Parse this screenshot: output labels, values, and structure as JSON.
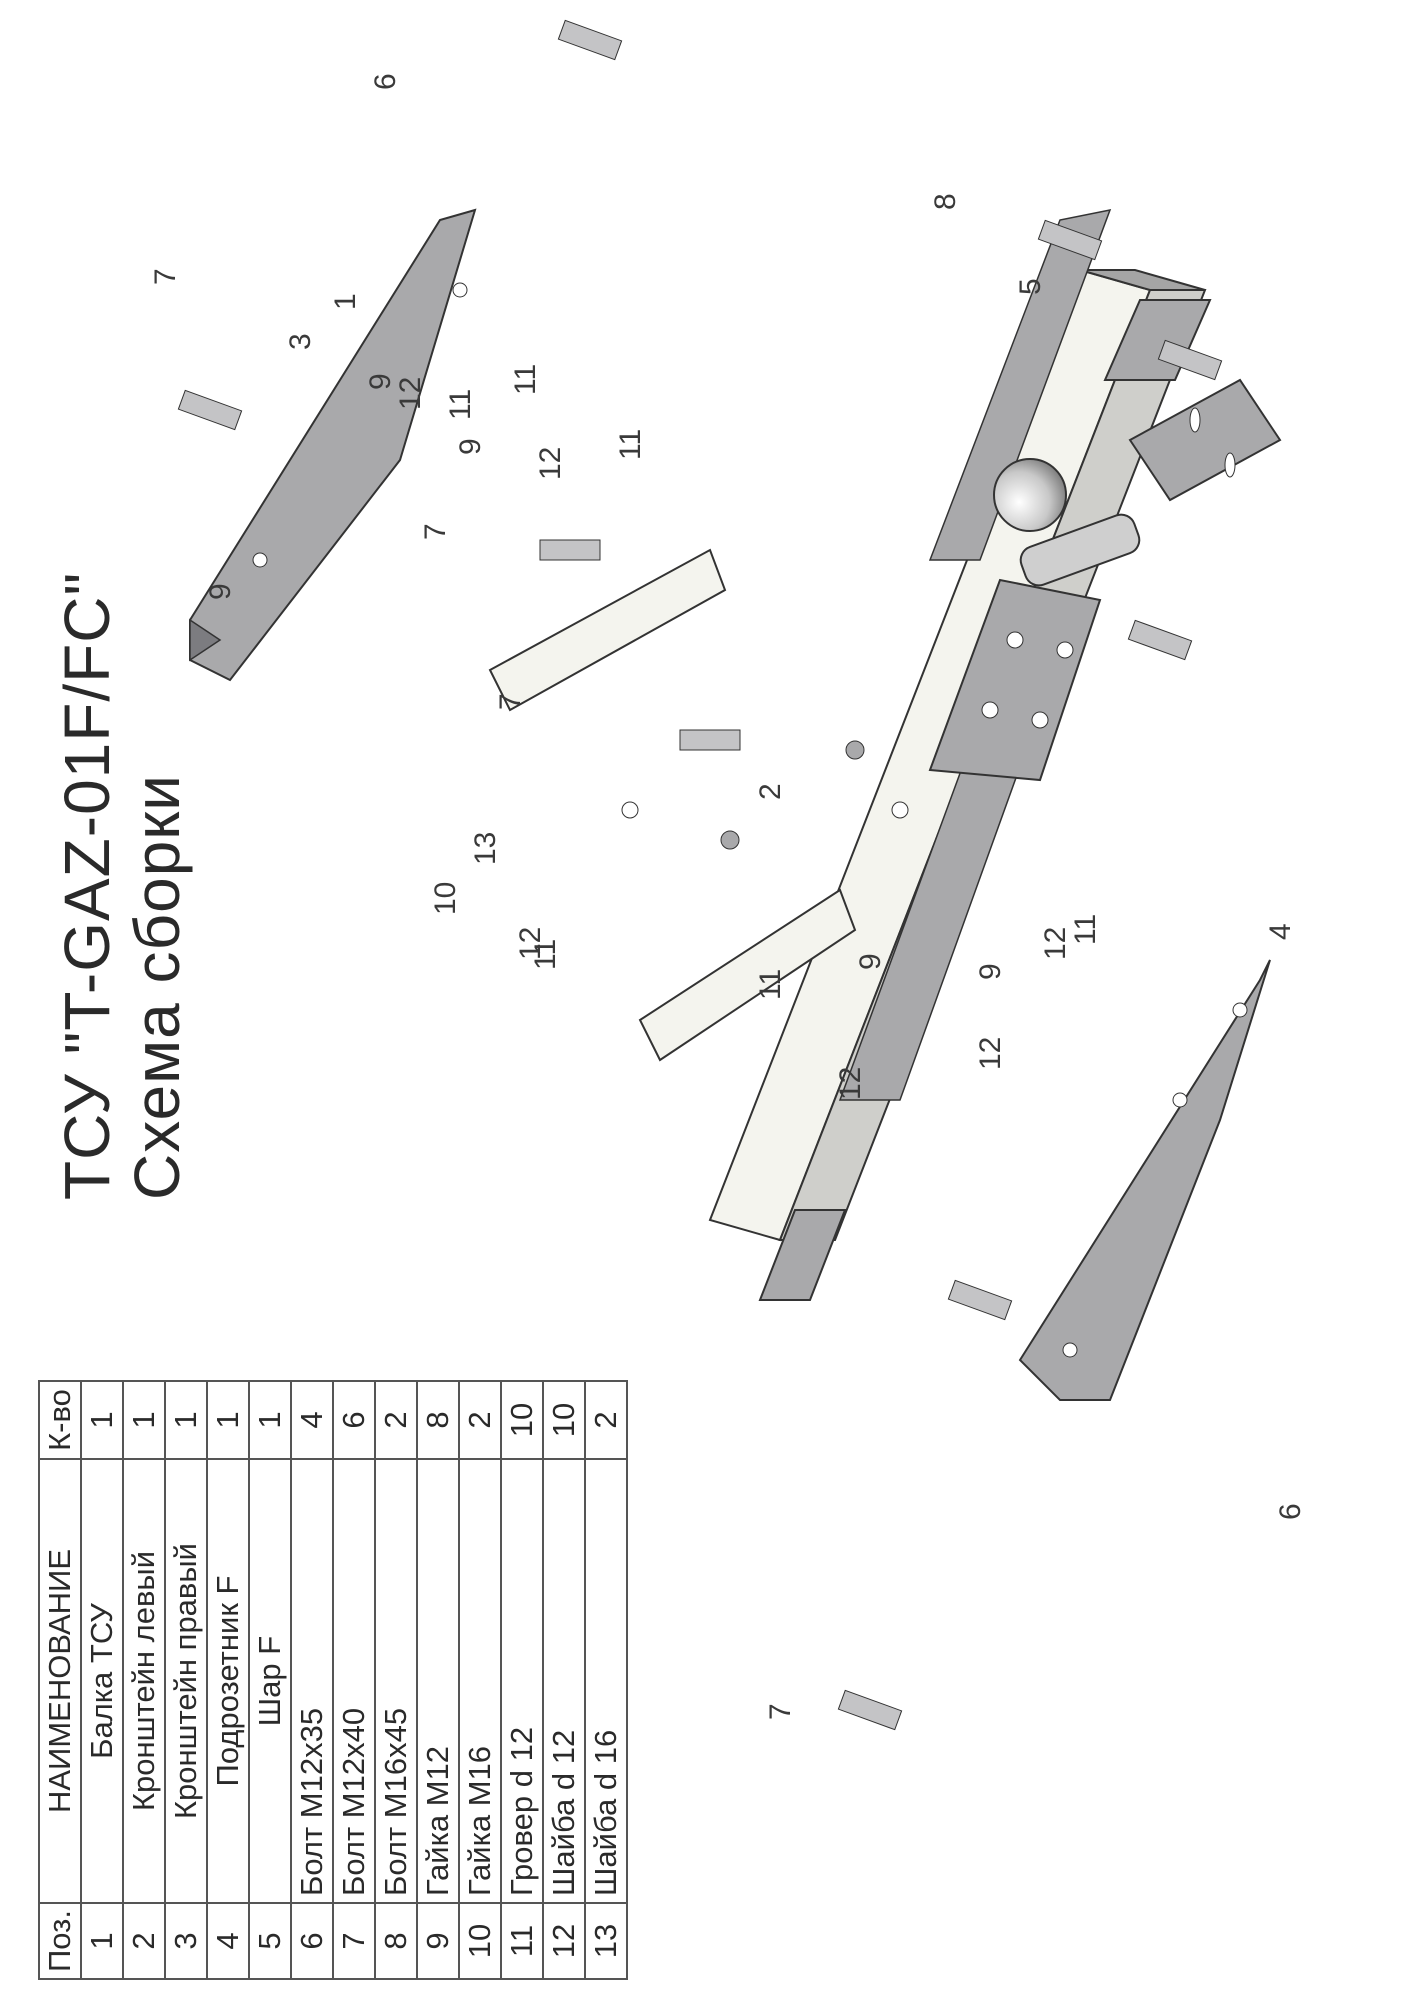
{
  "title_line1": "ТСУ \"T-GAZ-01F/FC\"",
  "title_line2": "Схема сборки",
  "table": {
    "headers": {
      "pos": "Поз.",
      "name": "НАИМЕНОВАНИЕ",
      "qty": "К-во"
    },
    "rows": [
      {
        "pos": "1",
        "name": "Балка ТСУ",
        "qty": "1"
      },
      {
        "pos": "2",
        "name": "Кронштейн левый",
        "qty": "1"
      },
      {
        "pos": "3",
        "name": "Кронштейн правый",
        "qty": "1"
      },
      {
        "pos": "4",
        "name": "Подрозетник F",
        "qty": "1"
      },
      {
        "pos": "5",
        "name": "Шар F",
        "qty": "1"
      },
      {
        "pos": "6",
        "name": "Болт М12х35",
        "qty": "4"
      },
      {
        "pos": "7",
        "name": "Болт М12х40",
        "qty": "6"
      },
      {
        "pos": "8",
        "name": "Болт М16х45",
        "qty": "2"
      },
      {
        "pos": "9",
        "name": "Гайка М12",
        "qty": "8"
      },
      {
        "pos": "10",
        "name": "Гайка  М16",
        "qty": "2"
      },
      {
        "pos": "11",
        "name": "Гровер d 12",
        "qty": "10"
      },
      {
        "pos": "12",
        "name": "Шайба d 12",
        "qty": "10"
      },
      {
        "pos": "13",
        "name": "Шайба d 16",
        "qty": "2"
      }
    ]
  },
  "callouts": [
    "1",
    "2",
    "3",
    "4",
    "5",
    "6",
    "6",
    "7",
    "7",
    "7",
    "7",
    "8",
    "9",
    "9",
    "9",
    "9",
    "9",
    "10",
    "11",
    "11",
    "11",
    "11",
    "11",
    "11",
    "12",
    "12",
    "12",
    "12",
    "12",
    "12",
    "13"
  ],
  "colors": {
    "metal_gray": "#a9a9ab",
    "metal_dark": "#7c7c80",
    "beam_white": "#f4f4ee",
    "line": "#333333"
  }
}
